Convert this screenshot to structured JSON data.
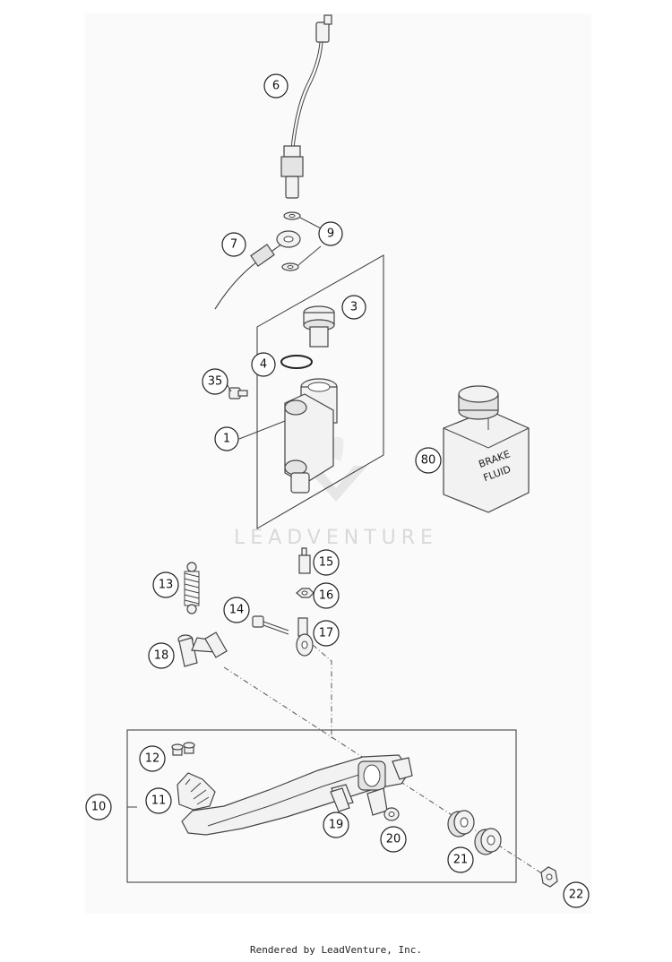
{
  "watermark": "LEADVENTURE",
  "footer": "Rendered by LeadVenture, Inc.",
  "bottle_label_line1": "BRAKE",
  "bottle_label_line2": "FLUID",
  "callouts": [
    "1",
    "3",
    "4",
    "6",
    "7",
    "9",
    "10",
    "11",
    "12",
    "13",
    "14",
    "15",
    "16",
    "17",
    "18",
    "19",
    "20",
    "21",
    "22",
    "35",
    "80"
  ]
}
